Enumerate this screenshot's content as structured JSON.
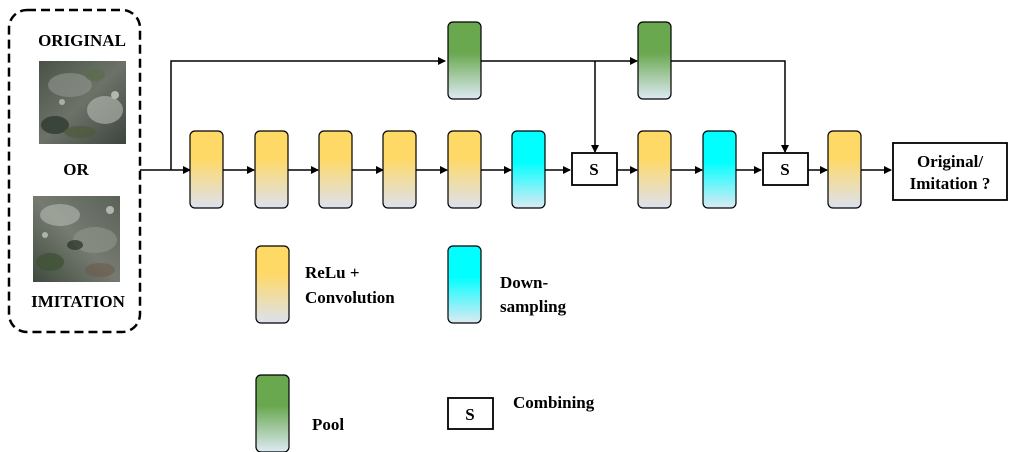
{
  "input_panel": {
    "original_label": "ORIGINAL",
    "or_label": "OR",
    "imitation_label": "IMITATION"
  },
  "combiner_symbol": "S",
  "output": {
    "line1": "Original/",
    "line2": "Imitation ?"
  },
  "legend": {
    "relu_conv_line1": "ReLu +",
    "relu_conv_line2": "Convolution",
    "downsampling_line1": "Down-",
    "downsampling_line2": "sampling",
    "pool": "Pool",
    "combining_symbol": "S",
    "combining": "Combining"
  },
  "colors": {
    "relu_conv_top": "#FFD966",
    "relu_conv_bottom": "#DCE1EE",
    "downsampling_top": "#00FFFF",
    "downsampling_bottom": "#DDEAF3",
    "pool_top": "#6AA84F",
    "pool_bottom": "#DDEAF3",
    "stroke": "#000000"
  }
}
